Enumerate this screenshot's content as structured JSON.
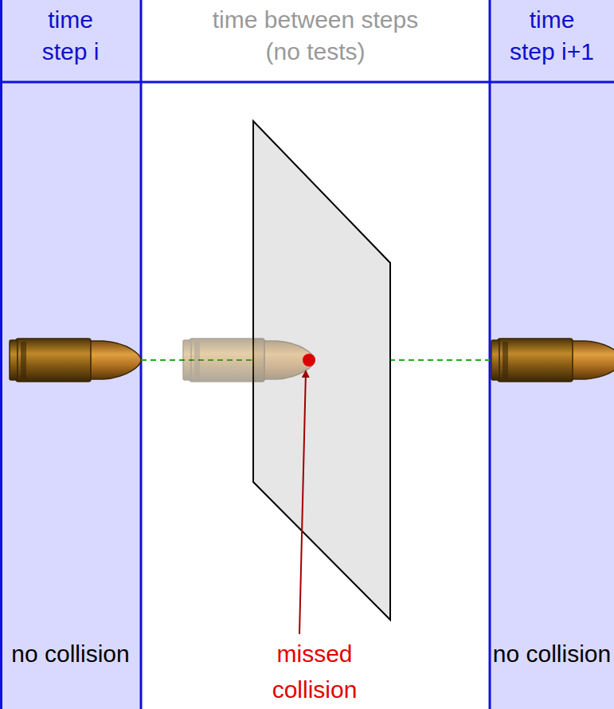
{
  "diagram": {
    "nodes": [
      {
        "text": [
          "time step i",
          "no collision"
        ]
      },
      {
        "text": [
          "time between steps (no tests)"
        ]
      },
      {
        "text": [
          "time step i+1",
          "no collision"
        ]
      }
    ],
    "labels": [
      "missed collision"
    ]
  }
}
